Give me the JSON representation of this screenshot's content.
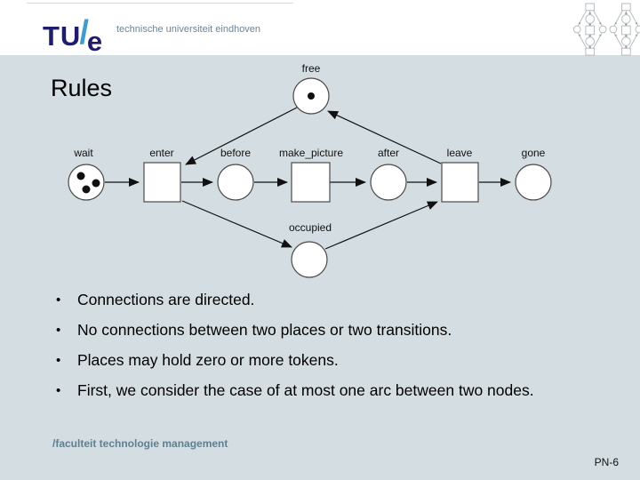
{
  "header": {
    "logo_tu": "TU",
    "logo_slash": "/",
    "logo_e": "e",
    "subtitle": "technische universiteit eindhoven"
  },
  "title": "Rules",
  "bullets": [
    "Connections are directed.",
    "No connections between two places or two transitions.",
    "Places may hold zero or more tokens.",
    "First, we consider the case of at most one arc between two nodes."
  ],
  "bullet_glyph": "•",
  "footer": "/faculteit technologie management",
  "page_number": "PN-6",
  "diagram": {
    "nodes": {
      "free": {
        "label": "free",
        "type": "place",
        "tokens": 1
      },
      "wait": {
        "label": "wait",
        "type": "place",
        "tokens": 3
      },
      "enter": {
        "label": "enter",
        "type": "transition"
      },
      "before": {
        "label": "before",
        "type": "place",
        "tokens": 0
      },
      "make_picture": {
        "label": "make_picture",
        "type": "transition"
      },
      "after": {
        "label": "after",
        "type": "place",
        "tokens": 0
      },
      "leave": {
        "label": "leave",
        "type": "transition"
      },
      "gone": {
        "label": "gone",
        "type": "place",
        "tokens": 0
      },
      "occupied": {
        "label": "occupied",
        "type": "place",
        "tokens": 0
      }
    },
    "arcs": [
      {
        "from": "wait",
        "to": "enter"
      },
      {
        "from": "free",
        "to": "enter"
      },
      {
        "from": "enter",
        "to": "before"
      },
      {
        "from": "enter",
        "to": "occupied"
      },
      {
        "from": "before",
        "to": "make_picture"
      },
      {
        "from": "make_picture",
        "to": "after"
      },
      {
        "from": "after",
        "to": "leave"
      },
      {
        "from": "occupied",
        "to": "leave"
      },
      {
        "from": "leave",
        "to": "free"
      },
      {
        "from": "leave",
        "to": "gone"
      }
    ]
  },
  "colors": {
    "background": "#d4dde1",
    "header_bg": "#ffffff",
    "logo_navy": "#1f1c6b",
    "logo_slash_blue": "#3f9dcb",
    "subtitle_text": "#6d8594",
    "footer_text": "#5d8094",
    "diagram_stroke": "#4a4a4a",
    "text": "#000000"
  }
}
